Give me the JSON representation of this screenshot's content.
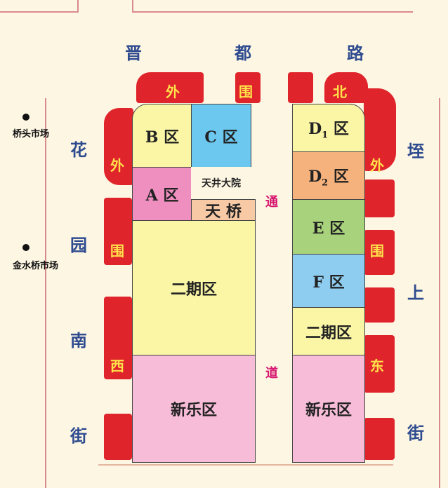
{
  "roads": {
    "north": [
      "晋",
      "都",
      "路"
    ],
    "west": [
      "花",
      "园",
      "南",
      "街"
    ],
    "east": [
      "垤",
      "上",
      "街"
    ]
  },
  "perimeter": {
    "north": [
      "外",
      "围",
      "北"
    ],
    "west": [
      "外",
      "围",
      "西"
    ],
    "east": [
      "外",
      "围",
      "东"
    ]
  },
  "zones": {
    "b": "B 区",
    "c": "C 区",
    "a": "A 区",
    "courtyard": "天井大院",
    "bridge": "天 桥",
    "phase2_left": "二期区",
    "xinle_left": "新乐区",
    "d1_prefix": "D",
    "d1_sub": "1",
    "d1_suffix": " 区",
    "d2_prefix": "D",
    "d2_sub": "2",
    "d2_suffix": " 区",
    "e": "E 区",
    "f": "F 区",
    "phase2_right": "二期区",
    "xinle_right": "新乐区"
  },
  "passage": [
    "通",
    "道"
  ],
  "markets": [
    "桥头市场",
    "金水桥市场"
  ],
  "colors": {
    "wall": "#e0242c",
    "wall_text": "#ffe14a",
    "road_text": "#2e4b8f",
    "passage_text": "#d6166f",
    "yellow_zone": "#fbf5a6",
    "blue_zone": "#6cc8ef",
    "pink_zone": "#ef8fbf",
    "light_pink_zone": "#f7bcd8",
    "peach_zone": "#f7c9a5",
    "orange_zone": "#f6b27c",
    "green_zone": "#a8d27b",
    "light_blue_zone": "#8fcdf0"
  }
}
